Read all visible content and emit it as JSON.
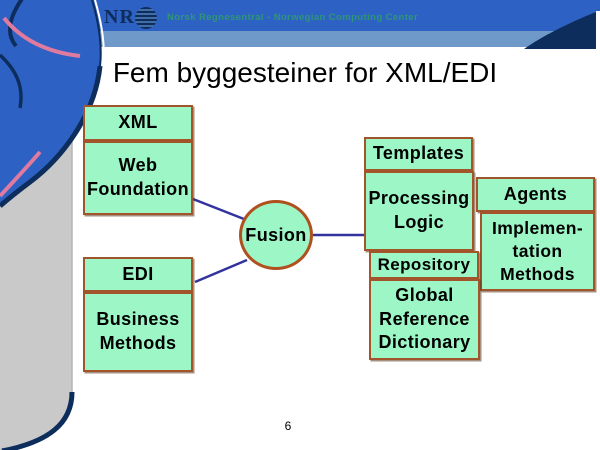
{
  "header": {
    "logo_text": "NR",
    "org_name": "Norsk Regnesentral - Norwegian Computing Center",
    "icons": {
      "logo_globe": "globe-icon"
    },
    "colors": {
      "bar_blue": "#2e61c4",
      "strip_light_blue": "#6e99c8",
      "navy": "#0d2d5c",
      "org_text": "#2e9578",
      "ribbon_pink": "#e07a9e",
      "side_gray": "#c9c9c9"
    }
  },
  "slide": {
    "title": "Fem byggesteiner for XML/EDI",
    "page_number": "6"
  },
  "diagram": {
    "center": {
      "label": "Fusion"
    },
    "left_boxes": [
      {
        "id": "xml",
        "label": "XML"
      },
      {
        "id": "web-foundation",
        "label": "Web\nFoundation"
      },
      {
        "id": "edi",
        "label": "EDI"
      },
      {
        "id": "business-methods",
        "label": "Business\nMethods"
      }
    ],
    "right_boxes": [
      {
        "id": "templates",
        "label": "Templates"
      },
      {
        "id": "processing-logic",
        "label": "Processing\nLogic"
      },
      {
        "id": "agents",
        "label": "Agents"
      },
      {
        "id": "implementation-methods",
        "label": "Implemen-\ntation\nMethods"
      },
      {
        "id": "repository",
        "label": "Repository"
      },
      {
        "id": "global-reference-dictionary",
        "label": "Global\nReference\nDictionary"
      }
    ],
    "colors": {
      "box_fill": "#9cf6c5",
      "box_border": "#a2552a",
      "circle_border": "#b0501e",
      "connector_line": "#3333a0"
    }
  }
}
